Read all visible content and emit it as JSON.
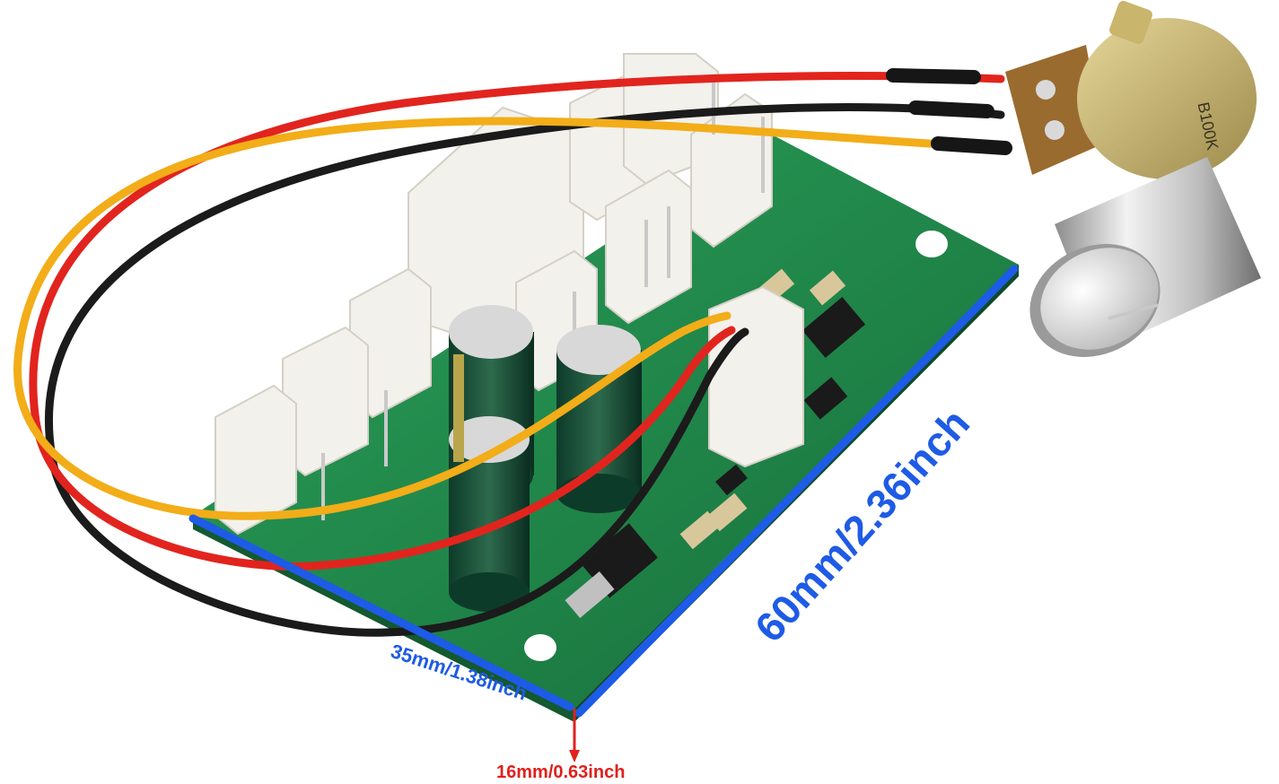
{
  "dimensions": {
    "length": "60mm/2.36inch",
    "width": "35mm/1.38inch",
    "height": "16mm/0.63inch"
  },
  "potentiometer": {
    "marking": "B100K"
  },
  "colors": {
    "pcb": "#1f8a4a",
    "dimension_blue": "#1e5be6",
    "dimension_red": "#e0201c",
    "wire_red": "#e2241e",
    "wire_black": "#1b1b1b",
    "wire_yellow": "#f2ad18",
    "connector": "#f3f1ec"
  }
}
